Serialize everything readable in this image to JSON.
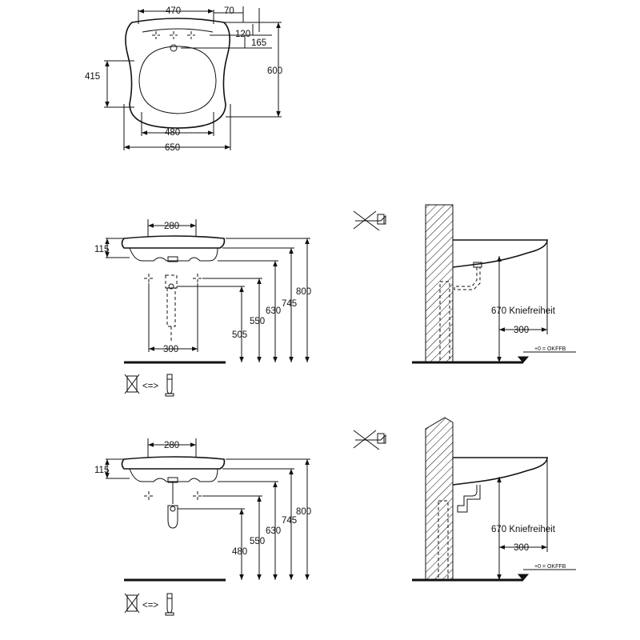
{
  "top_view": {
    "d470": "470",
    "d70": "70",
    "d120": "120",
    "d165": "165",
    "d415": "415",
    "d600": "600",
    "d480": "480",
    "d650": "650"
  },
  "front_view_1": {
    "d280": "280",
    "d115": "115",
    "d800": "800",
    "d745": "745",
    "d630": "630",
    "d550": "550",
    "d505": "505",
    "d300": "300"
  },
  "side_view_1": {
    "knee_clearance": "670 Kniefreiheit",
    "d300": "300",
    "floor_ref": "+0 = OKFFB"
  },
  "front_view_2": {
    "d280": "280",
    "d115": "115",
    "d800": "800",
    "d745": "745",
    "d630": "630",
    "d550": "550",
    "d480": "480"
  },
  "side_view_2": {
    "knee_clearance": "670 Kniefreiheit",
    "d300": "300",
    "floor_ref": "+0 = OKFFB"
  },
  "icons": [
    "no-pedestal-icon",
    "interchangeable-siphon-icon"
  ]
}
